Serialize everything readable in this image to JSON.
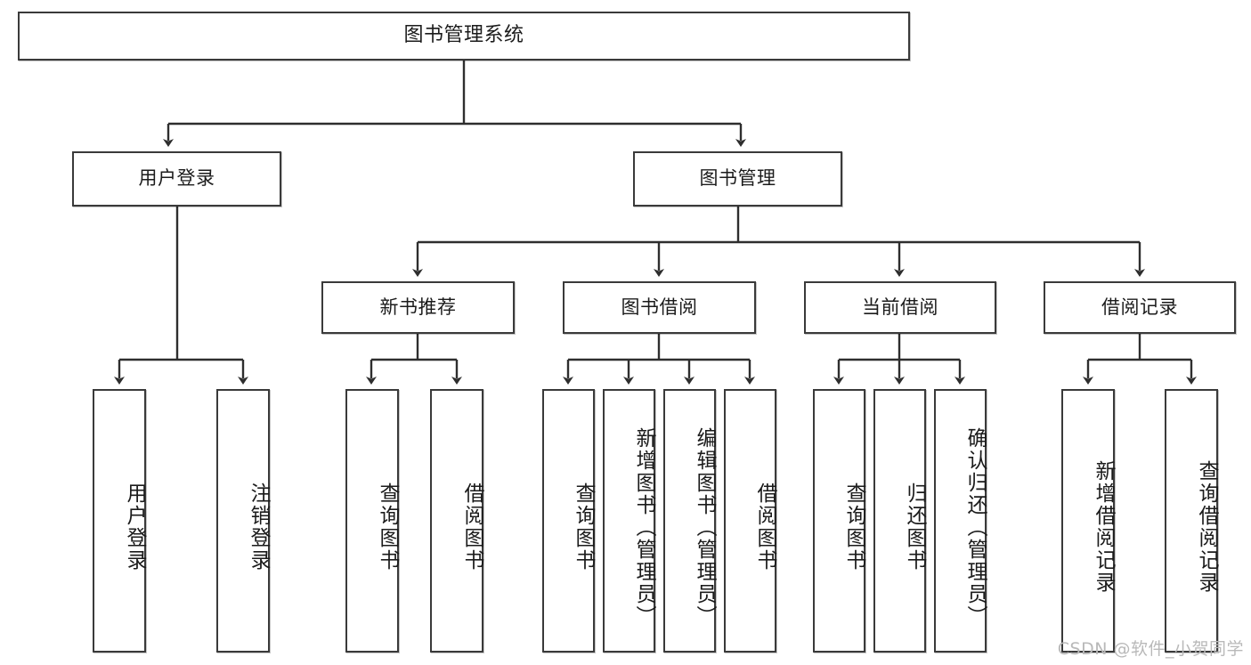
{
  "diagram": {
    "title": "图书管理系统",
    "watermark": "CSDN @软件_小贺同学",
    "colors": {
      "stroke": "#3a3a3a",
      "fill": "#ffffff",
      "text": "#1b1b1b",
      "watermark": "#b9b9b9"
    },
    "levels": {
      "root": {
        "label": "图书管理系统"
      },
      "level2": [
        {
          "label": "用户登录"
        },
        {
          "label": "图书管理"
        }
      ],
      "level3": [
        {
          "label": "新书推荐"
        },
        {
          "label": "图书借阅"
        },
        {
          "label": "当前借阅"
        },
        {
          "label": "借阅记录"
        }
      ],
      "leaves": [
        {
          "label": "用户登录",
          "parent": "用户登录"
        },
        {
          "label": "注销登录",
          "parent": "用户登录"
        },
        {
          "label": "查询图书",
          "parent": "新书推荐"
        },
        {
          "label": "借阅图书",
          "parent": "新书推荐"
        },
        {
          "label": "查询图书",
          "parent": "图书借阅"
        },
        {
          "label": "新增图书（管理员）",
          "parent": "图书借阅"
        },
        {
          "label": "编辑图书（管理员）",
          "parent": "图书借阅"
        },
        {
          "label": "借阅图书",
          "parent": "图书借阅"
        },
        {
          "label": "查询图书",
          "parent": "当前借阅"
        },
        {
          "label": "归还图书",
          "parent": "当前借阅"
        },
        {
          "label": "确认归还（管理员）",
          "parent": "当前借阅"
        },
        {
          "label": "新增借阅记录",
          "parent": "借阅记录"
        },
        {
          "label": "查询借阅记录",
          "parent": "借阅记录"
        }
      ]
    }
  }
}
